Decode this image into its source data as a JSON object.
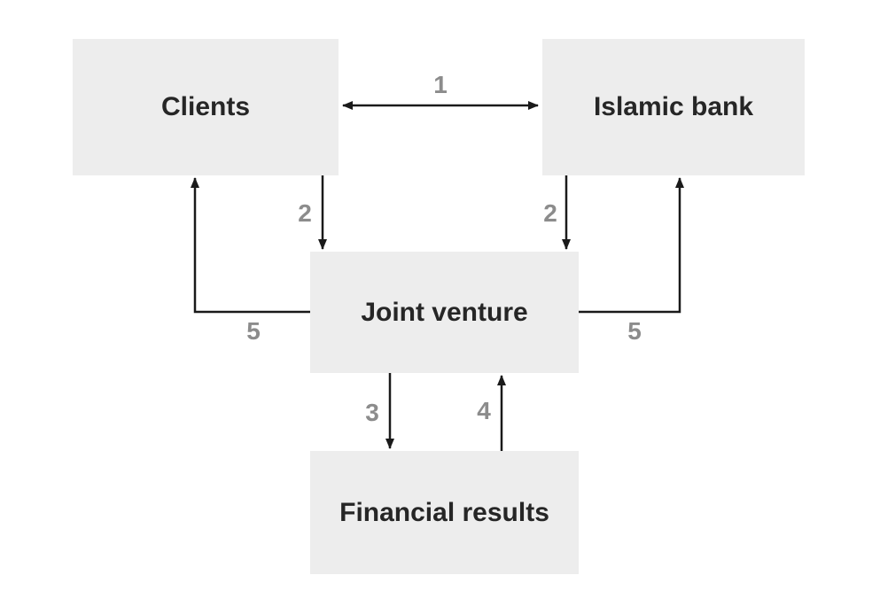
{
  "diagram": {
    "type": "flow-diagram",
    "background": "#ffffff",
    "colors": {
      "node_fill": "#ededed",
      "node_text": "#262626",
      "arrow_line": "#1a1a1a",
      "edge_label_text": "#8c8c8c"
    },
    "nodes": [
      {
        "id": "clients",
        "label": "Clients"
      },
      {
        "id": "islamic-bank",
        "label": "Islamic bank"
      },
      {
        "id": "joint-venture",
        "label": "Joint venture"
      },
      {
        "id": "financial-results",
        "label": "Financial results"
      }
    ],
    "edges": [
      {
        "id": "clients-islamic-bank",
        "label": "1",
        "from": "Clients",
        "to": "Islamic bank",
        "direction": "bidirectional"
      },
      {
        "id": "clients-joint-venture",
        "label": "2",
        "from": "Clients",
        "to": "Joint venture",
        "direction": "down"
      },
      {
        "id": "islamic-bank-joint-venture",
        "label": "2",
        "from": "Islamic bank",
        "to": "Joint venture",
        "direction": "down"
      },
      {
        "id": "joint-venture-financial-results",
        "label": "3",
        "from": "Joint venture",
        "to": "Financial results",
        "direction": "down"
      },
      {
        "id": "financial-results-joint-venture",
        "label": "4",
        "from": "Financial results",
        "to": "Joint venture",
        "direction": "up"
      },
      {
        "id": "joint-venture-clients",
        "label": "5",
        "from": "Joint venture",
        "to": "Clients",
        "direction": "left-up"
      },
      {
        "id": "joint-venture-islamic-bank",
        "label": "5",
        "from": "Joint venture",
        "to": "Islamic bank",
        "direction": "right-up"
      }
    ]
  }
}
